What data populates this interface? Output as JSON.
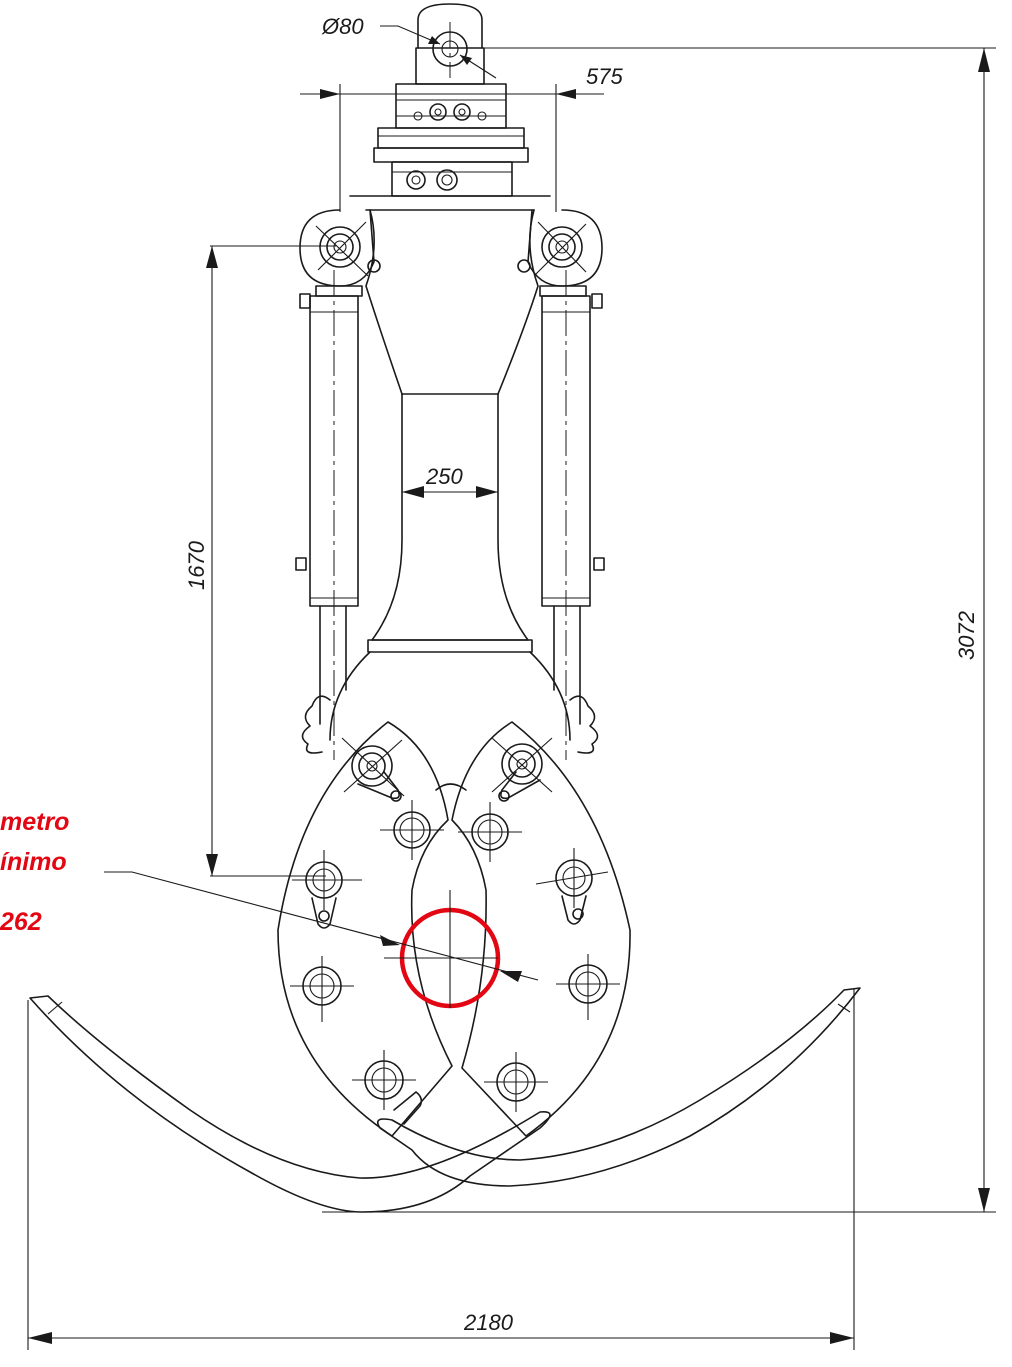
{
  "dimensions": {
    "shackle_diameter": "Ø80",
    "rotator_width": "575",
    "neck_width": "250",
    "cylinder_height": "1670",
    "total_height": "3072",
    "total_width": "2180"
  },
  "callout": {
    "line1": "metro",
    "line2": "ínimo",
    "value": "262"
  },
  "colors": {
    "drawing": "#1a1a1a",
    "highlight": "#e30613"
  }
}
